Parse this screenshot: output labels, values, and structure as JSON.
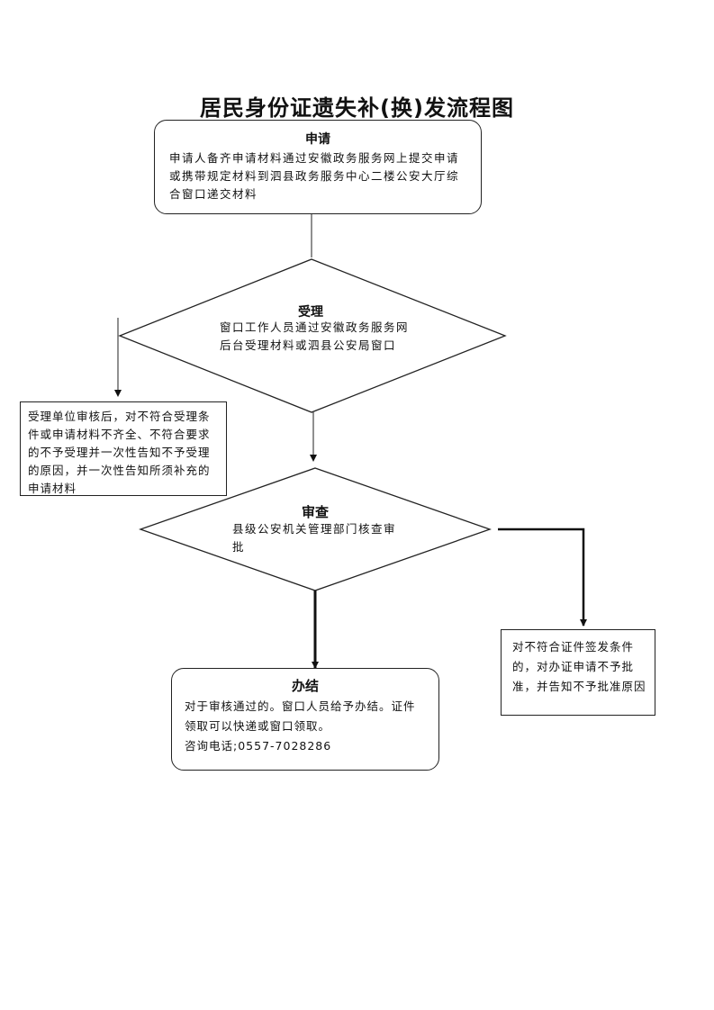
{
  "title": "居民身份证遗失补(换)发流程图",
  "apply": {
    "title": "申请",
    "text": "申请人备齐申请材料通过安徽政务服务网上提交申请或携带规定材料到泗县政务服务中心二楼公安大厅综合窗口递交材料"
  },
  "accept": {
    "title": "受理",
    "text": "窗口工作人员通过安徽政务服务网后台受理材料或泗县公安局窗口"
  },
  "reject_accept": {
    "text": "受理单位审核后，对不符合受理条件或申请材料不齐全、不符合要求的不予受理并一次性告知不予受理的原因，并一次性告知所须补充的申请材料"
  },
  "review": {
    "title": "审查",
    "text": "县级公安机关管理部门核查审批"
  },
  "reject_review": {
    "text": "对不符合证件签发条件的，对办证申请不予批准，并告知不予批准原因"
  },
  "complete": {
    "title": "办结",
    "line1": "对于审核通过的。窗口人员给予办结。证件领取可以快递或窗口领取。",
    "line2": "咨询电话;0557-7028286"
  }
}
